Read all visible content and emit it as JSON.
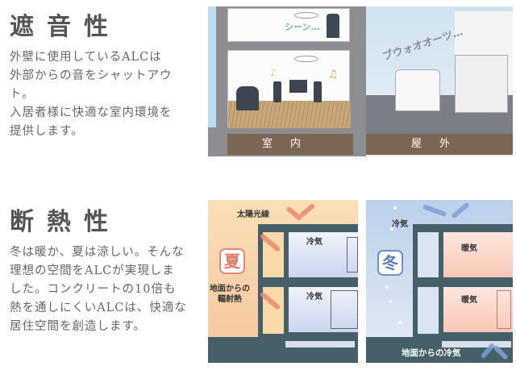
{
  "sound_section": {
    "title": "遮音性",
    "body_lines": [
      "外壁に使用しているALCは",
      "外部からの音をシャットアウト。",
      "入居者様に快適な室内環境を",
      "提供します。"
    ],
    "illustration": {
      "indoor_label": "室内",
      "outdoor_label": "屋外",
      "indoor_sound_text": "シーン…",
      "outdoor_sound_text": "ブウォオオーツ…"
    }
  },
  "insulation_section": {
    "title": "断熱性",
    "body_lines": [
      "冬は暖か、夏は涼しい。そんな",
      "理想の空間をALCが実現しま",
      "した。コンクリートの10倍も",
      "熱を通しにくいALCは、快適な",
      "居住空間を創造します。"
    ],
    "summer": {
      "badge": "夏",
      "sunlight_label": "太陽光線",
      "ground_heat_label_1": "地面からの",
      "ground_heat_label_2": "輻射熱",
      "room_label_upper": "冷気",
      "room_label_lower": "冷気"
    },
    "winter": {
      "badge": "冬",
      "cold_label": "冷気",
      "room_label_upper": "暖気",
      "room_label_lower": "暖気",
      "ground_cold_label": "地面からの冷気"
    }
  },
  "colors": {
    "ground_brown": "#7a6652",
    "building_slate": "#466069",
    "summer_accent": "#e07a6a",
    "winter_accent": "#6f8fc6"
  }
}
